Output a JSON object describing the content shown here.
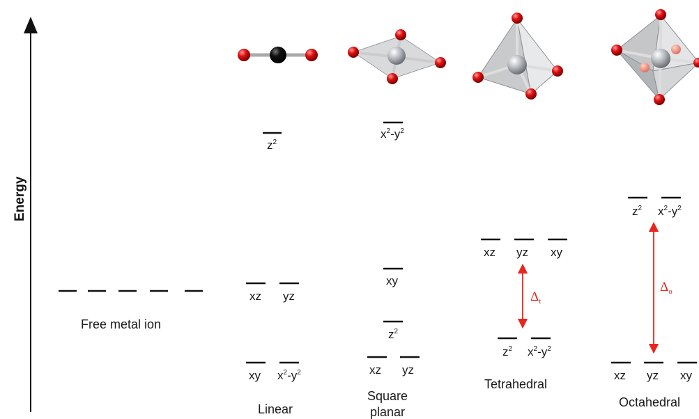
{
  "axis": {
    "label": "Energy"
  },
  "free_ion": {
    "label": "Free metal ion"
  },
  "geometries": {
    "linear": {
      "name": "Linear",
      "upper": "z",
      "mid1": "xz",
      "mid2": "yz",
      "low1": "xy",
      "low2": "x",
      "low2b": "-y"
    },
    "square_planar": {
      "name1": "Square",
      "name2": "planar",
      "top": "x",
      "topb": "-y",
      "xy": "xy",
      "z2": "z",
      "xz": "xz",
      "yz": "yz"
    },
    "tetrahedral": {
      "name": "Tetrahedral",
      "up1": "xz",
      "up2": "yz",
      "up3": "xy",
      "low1": "z",
      "low2": "x",
      "low2b": "-y",
      "delta_sub": "t"
    },
    "octahedral": {
      "name": "Octahedral",
      "up1": "z",
      "up2": "x",
      "up2b": "-y",
      "low1": "xz",
      "low2": "yz",
      "low3": "xy",
      "delta_sub": "o"
    }
  },
  "sup2": "2",
  "delta_symbol": "Δ",
  "colors": {
    "arrow": "#e8251f",
    "ligand": "#e01010",
    "line": "#111111",
    "metal_linear": "#050505",
    "metal_other": "#b8bcc0"
  }
}
